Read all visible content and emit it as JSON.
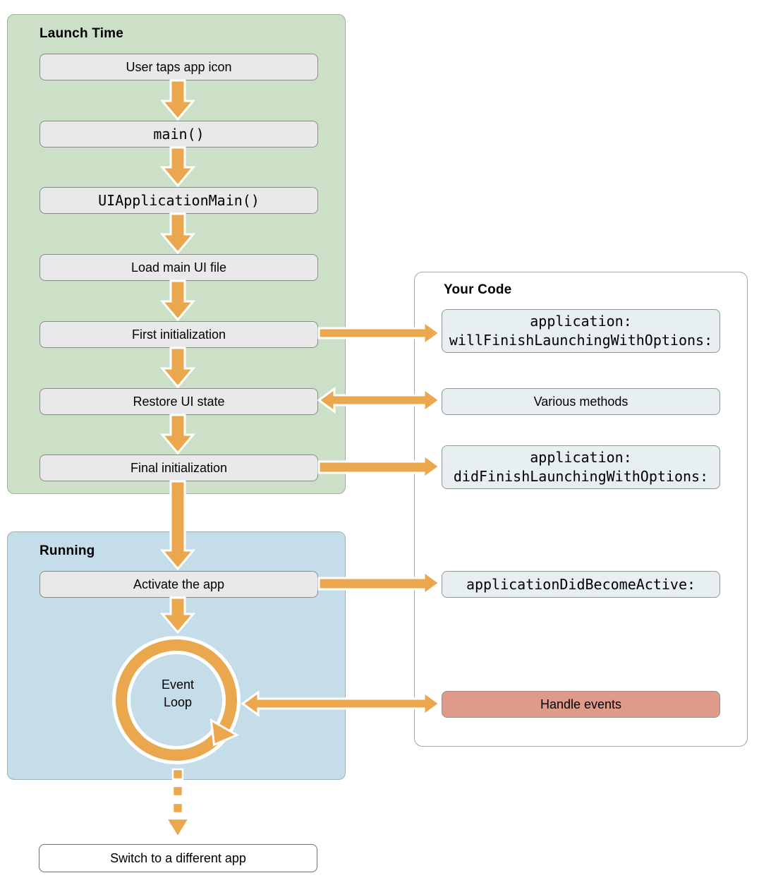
{
  "colors": {
    "launch_panel_green": "#cbe0c6",
    "running_panel_blue": "#c4dde9",
    "step_box_gray": "#e9e9e9",
    "code_box_blue": "#e7eff1",
    "handle_events_salmon": "#e09a8a",
    "arrow_orange": "#eba74e"
  },
  "launch_time": {
    "title": "Launch Time",
    "steps": [
      "User taps app icon",
      "main()",
      "UIApplicationMain()",
      "Load main UI file",
      "First initialization",
      "Restore UI state",
      "Final initialization"
    ]
  },
  "running": {
    "title": "Running",
    "activate_step": "Activate the app",
    "event_loop": {
      "line1": "Event",
      "line2": "Loop"
    }
  },
  "your_code": {
    "title": "Your Code",
    "boxes": [
      {
        "line1": "application:",
        "line2": "willFinishLaunchingWithOptions:"
      },
      {
        "line1": "Various methods"
      },
      {
        "line1": "application:",
        "line2": "didFinishLaunchingWithOptions:"
      },
      {
        "line1": "applicationDidBecomeActive:"
      },
      {
        "line1": "Handle events"
      }
    ]
  },
  "switch_box": {
    "label": "Switch to a different app"
  }
}
